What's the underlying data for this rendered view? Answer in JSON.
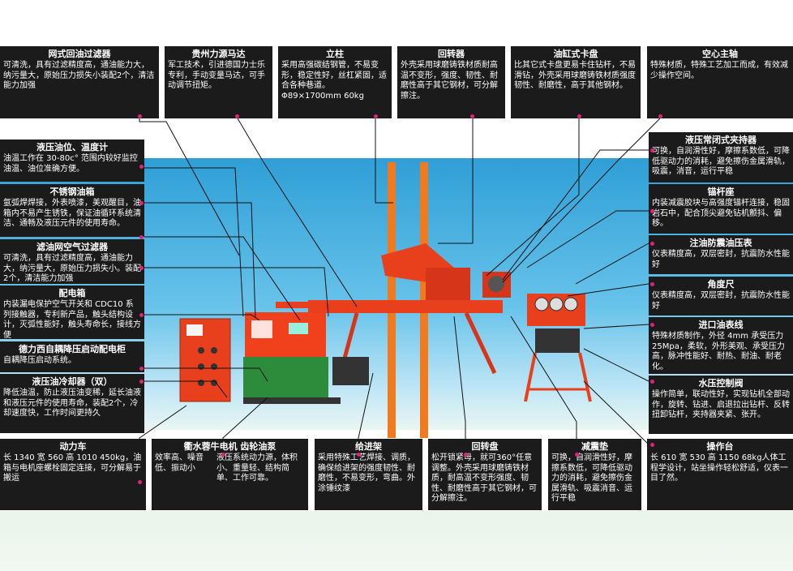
{
  "colors": {
    "box_bg": "#1b1b1b",
    "box_text": "#ffffff",
    "dot": "#e0227a",
    "machine": "#f0401c",
    "sky": "#3aa6dc"
  },
  "boxes": {
    "filter": {
      "title": "网式回油过滤器",
      "text": "可清洗，具有过滤精度高，通油能力大，纳污量大，原始压力损失小装配2个，清洁能力加强"
    },
    "horse": {
      "title": "贵州力源马达",
      "text": "军工技术，引进德国力士乐专利，手动变量马达，可手动调节扭矩。"
    },
    "column": {
      "title": "立柱",
      "text": "采用高强碳结钢管，不易变形，稳定性好，丝杠紧固，适合各种巷道。Φ89×1700mm  60kg"
    },
    "rotator": {
      "title": "回转器",
      "text": "外壳采用球磨铸铁材质耐高温不变形，强度、韧性、耐磨性高于其它钢材，可分解擦注。"
    },
    "chuck": {
      "title": "油缸式卡盘",
      "text": "比其它式卡盘更易卡住钻杆，不易滑钻，外壳采用球磨铸铁材质强度韧性、耐磨性，高于其他钢材。"
    },
    "spindle": {
      "title": "空心主轴",
      "text": "特殊材质，特殊工艺加工而成，有效减少操作空间。"
    },
    "level": {
      "title": "液压油位、温度计",
      "text": "油温工作在 30-80c° 范围内较好监控油温、油位准确方便。"
    },
    "tank": {
      "title": "不锈钢油箱",
      "text": "氩弧焊焊接，外表喷漆，美观醒目，油箱内不易产生锈铁，保证油循环系统清洁、通畅及液压元件的使用寿命。"
    },
    "airfilter": {
      "title": "滤油网空气过滤器",
      "text": "可清洗，具有过滤精度高，通油能力大，纳污量大，原始压力损失小。装配2个，清洁能力加强"
    },
    "dist": {
      "title": "配电箱",
      "text": "内装漏电保护空气开关和 CDC10 系列接触器，专利新产品，触头结构设计，灭弧性能好，触头寿命长，接线方便"
    },
    "delixi": {
      "title": "德力西自耦降压启动配电柜",
      "text": "自耦降压启动系统。"
    },
    "cooler": {
      "title": "液压油冷却器（双）",
      "text": "降低油温，防止液压油变稀，延长油液和液压元件的使用寿命，装配2个，冷却速度快，工作时间更持久"
    },
    "holder": {
      "title": "液压常闭式夹持器",
      "text": "可换，自润滑性好，摩擦系数低，可降低驱动力的消耗，避免擦伤金属滑轨，吸震，消音，运行平稳"
    },
    "anchor": {
      "title": "锚杆座",
      "text": "内装减震胶块与高强度锚杆连接，稳固岩石中，配合顶尖避免钻机颤抖、偏移。"
    },
    "gauge": {
      "title": "注油防震油压表",
      "text": "仪表精度高，双层密封，抗震防水性能好"
    },
    "angle": {
      "title": "角度尺",
      "text": "仪表精度高，双层密封，抗震防水性能好"
    },
    "hose": {
      "title": "进口油表线",
      "text": "特殊材质制作，外径 4mm 承受压力 25Mpa，柔软，外形美观、承受压力高，脉冲性能好、耐热、耐油、耐老化。"
    },
    "valve": {
      "title": "水压控制阀",
      "text": "操作简单，联动性好，实现钻机全部动作，旋转、钻进、启退拉出钻杆、反转扭卸钻杆，夹持器夹紧、张开。"
    },
    "power": {
      "title": "动力车",
      "text": "长 1340 宽 560 高 1010 450kg，油箱与电机座螺栓固定连接，可分解易于搬运"
    },
    "motor": {
      "title": "衢水蓉牛电机 齿轮油泵",
      "text_left": "效率高、噪音低、振动小",
      "text_right": "液压系统动力源，体积小、重量轻、结构简单、工作可靠。"
    },
    "feed": {
      "title": "给进架",
      "text": "采用特殊工艺焊接、调质，确保给进架的强度韧性、耐磨性，不易变形，弯曲。外涂锤纹漆"
    },
    "turntable": {
      "title": "回转盘",
      "text": "松开锁紧母，就可360°任意调整。外壳采用球磨铸铁材质，耐高温不变形强度、韧性、耐磨性高于其它钢材，可分解擦注。"
    },
    "damper": {
      "title": "减震垫",
      "text": "可换，自润滑性好，摩擦系数低，可降低驱动力的消耗，避免擦伤金属滑轨、吸震消音、运行平稳"
    },
    "console": {
      "title": "操作台",
      "text": "长 610  宽 530  高 1150  68kg人体工程学设计，站坐操作轻松舒适，仪表一目了然。"
    }
  }
}
